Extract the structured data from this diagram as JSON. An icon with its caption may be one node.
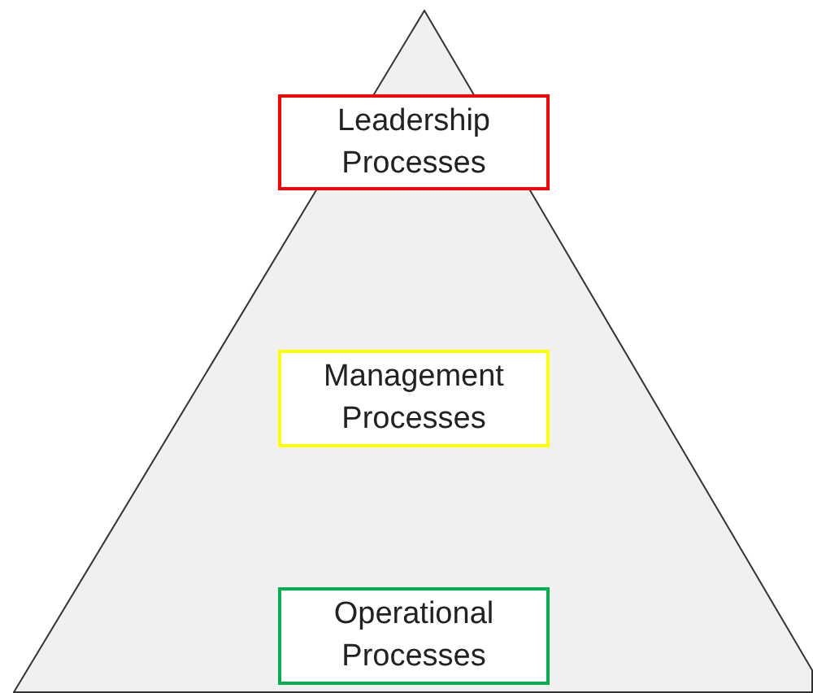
{
  "diagram": {
    "nodes": [
      {
        "text": [],
        "shape": "triangle"
      },
      {
        "text": [
          "Leadership Processes"
        ],
        "in": 0
      },
      {
        "text": [
          "Management Processes"
        ],
        "in": 0
      },
      {
        "text": [
          "Operational Processes"
        ],
        "in": 0
      }
    ]
  }
}
